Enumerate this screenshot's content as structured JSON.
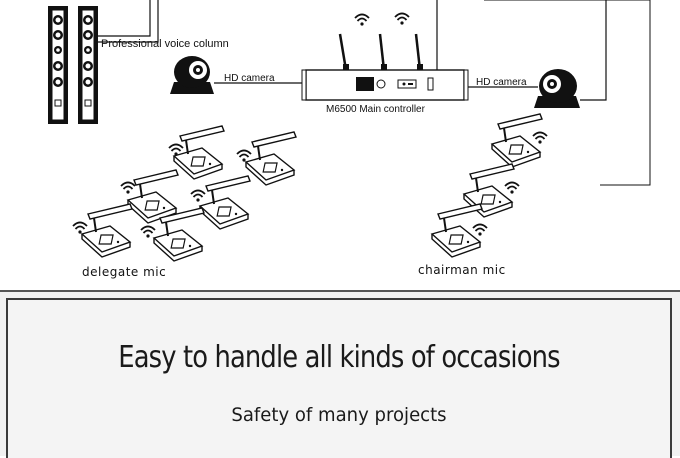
{
  "labels": {
    "voice_column": "Professional voice column",
    "hd_camera_left": "HD camera",
    "hd_camera_right": "HD camera",
    "main_controller": "M6500   Main controller",
    "delegate_mic": "delegate mic",
    "chairman_mic": "chairman mic"
  },
  "banner": {
    "headline": "Easy to handle all kinds of occasions",
    "subline": "Safety of many projects"
  },
  "icons": [
    "speaker-column-icon",
    "hd-camera-icon",
    "antenna-icon",
    "wifi-icon",
    "microphone-unit-icon"
  ],
  "colors": {
    "line": "#1a1a1a",
    "banner_bg": "#f1f1f1",
    "text": "#111111"
  }
}
